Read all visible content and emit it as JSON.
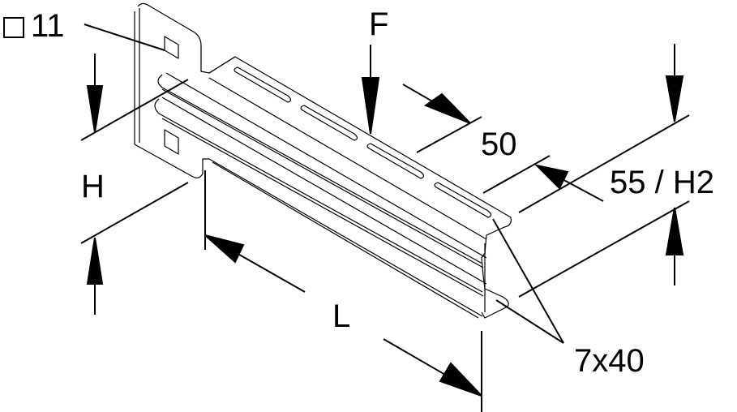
{
  "diagram": {
    "type": "technical-drawing",
    "subject": "wall bracket with slotted cantilever arm",
    "colors": {
      "line": "#000000",
      "background": "#ffffff"
    },
    "labels": {
      "hole_size": "11",
      "height": "H",
      "force": "F",
      "width": "50",
      "depth": "55 / H2",
      "length": "L",
      "slot": "7x40"
    }
  }
}
